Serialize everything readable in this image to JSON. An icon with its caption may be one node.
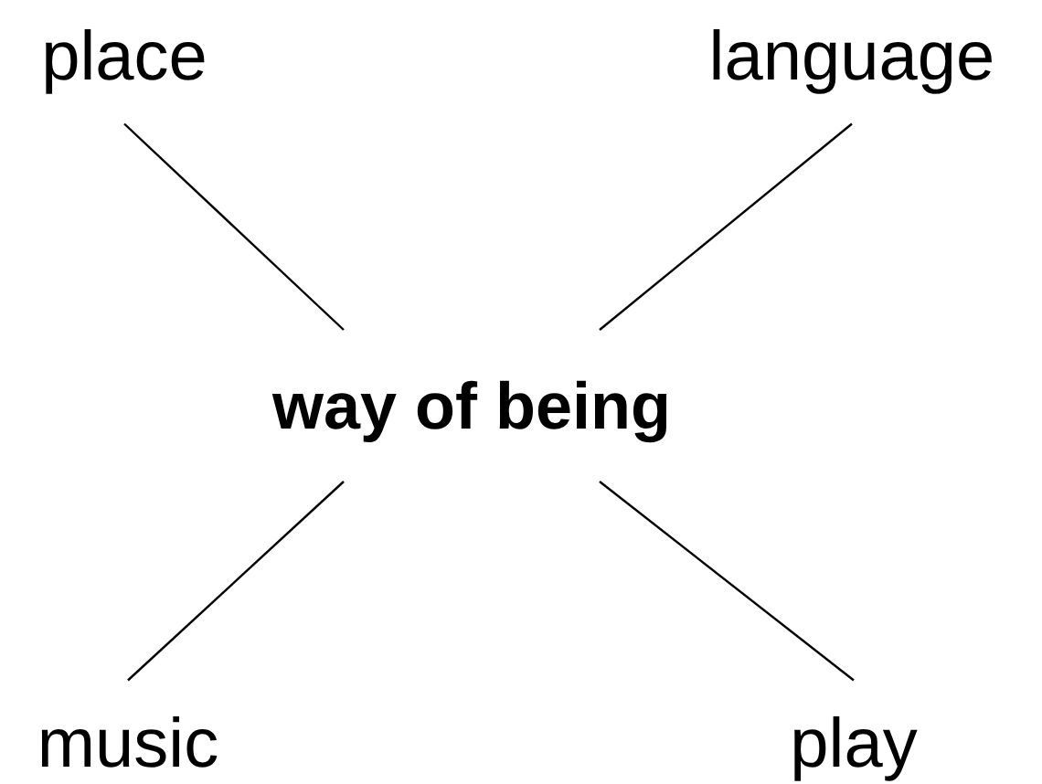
{
  "diagram": {
    "nodes": [
      {
        "text": [
          "place"
        ]
      },
      {
        "text": [
          "language"
        ]
      },
      {
        "text": [
          "way of being"
        ]
      },
      {
        "text": [
          "music"
        ]
      },
      {
        "text": [
          "play"
        ]
      }
    ],
    "edges": [
      {
        "from": 2,
        "to": 0,
        "arrow": "none"
      },
      {
        "from": 2,
        "to": 1,
        "arrow": "none"
      },
      {
        "from": 2,
        "to": 3,
        "arrow": "none"
      },
      {
        "from": 2,
        "to": 4,
        "arrow": "none"
      }
    ]
  }
}
